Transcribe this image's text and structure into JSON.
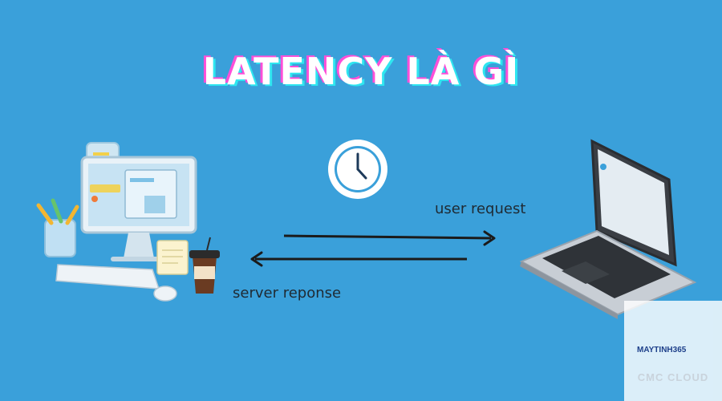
{
  "title": "LATENCY LÀ GÌ",
  "labels": {
    "user_request": "user request",
    "server_response": "server reponse"
  },
  "icons": {
    "clock": "clock-icon",
    "desktop": "desktop-computer-icon",
    "laptop": "laptop-icon"
  },
  "watermark": {
    "brand": "MAYTINH365",
    "sub": "CMC CLOUD"
  },
  "colors": {
    "background": "#3aa0da",
    "arrow": "#1b1b1b",
    "title": "#ffffff"
  }
}
